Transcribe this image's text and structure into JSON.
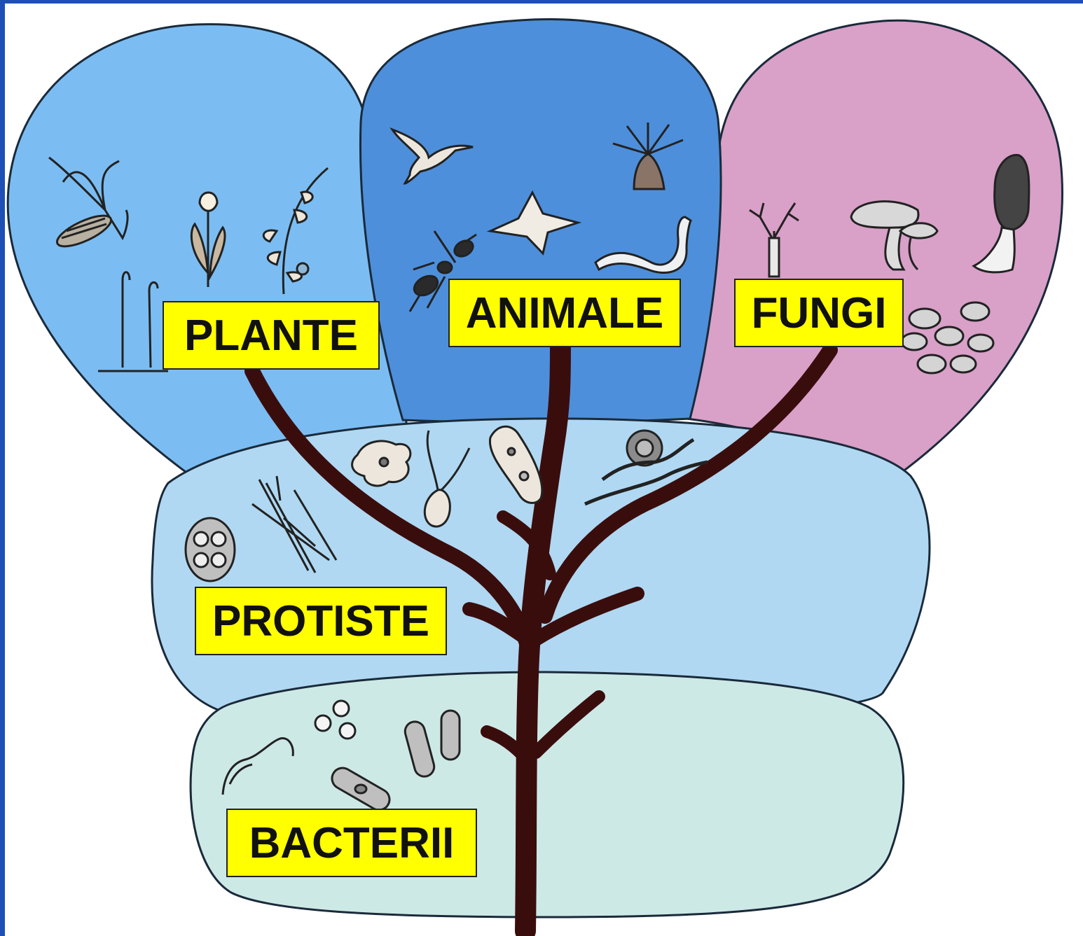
{
  "labels": {
    "plante": "PLANTE",
    "animale": "ANIMALE",
    "fungi": "FUNGI",
    "protiste": "PROTISTE",
    "bacterii": "BACTERII"
  },
  "colors": {
    "frame": "#1e4fb4",
    "plante_region": "#7bbdf2",
    "animale_region": "#4e8fdb",
    "fungi_region": "#d9a0c8",
    "protiste_region": "#b0d8f2",
    "bacterii_region": "#cde9e6",
    "trunk": "#3a0d0d",
    "label_bg": "#ffff00"
  },
  "icons": [
    "plant-icon",
    "tulip-icon",
    "fern-icon",
    "moss-icon",
    "bird-icon",
    "anemone-icon",
    "starfish-icon",
    "ant-icon",
    "worm-icon",
    "coral-fungus-icon",
    "mushroom-icon",
    "morel-icon",
    "mushroom-cluster-icon",
    "amoeba-icon",
    "flagellate-icon",
    "paramecium-icon",
    "filament-icon",
    "cell-cluster-icon",
    "snail-icon",
    "spirillum-icon",
    "coccus-icon",
    "bacillus-icon"
  ]
}
